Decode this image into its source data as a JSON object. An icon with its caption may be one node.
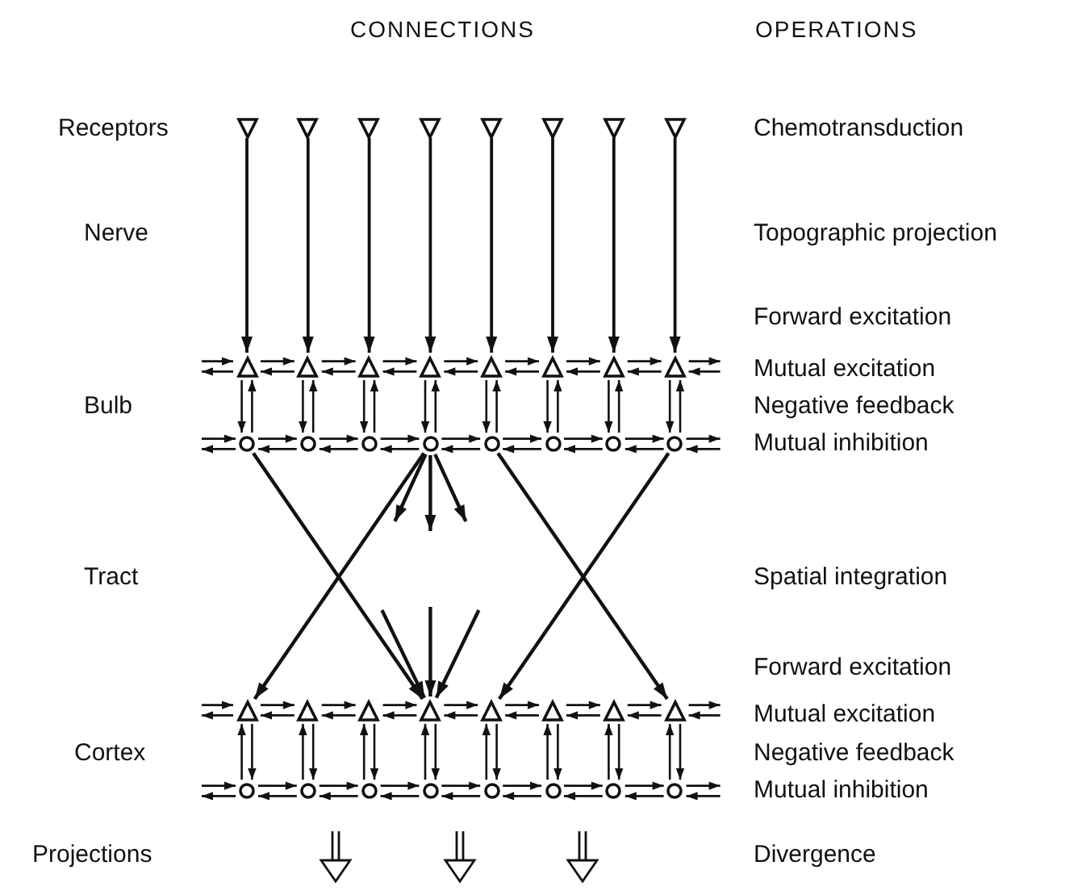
{
  "diagram": {
    "nodes": [
      {
        "text": [],
        "shape": "triangle"
      },
      {
        "text": [],
        "shape": "triangle"
      },
      {
        "text": [],
        "shape": "triangle"
      },
      {
        "text": [],
        "shape": "triangle"
      },
      {
        "text": [],
        "shape": "triangle"
      },
      {
        "text": [],
        "shape": "triangle"
      },
      {
        "text": [],
        "shape": "triangle"
      },
      {
        "text": [],
        "shape": "triangle"
      },
      {
        "text": [],
        "shape": "triangle"
      },
      {
        "text": [],
        "shape": "triangle"
      },
      {
        "text": [],
        "shape": "triangle"
      },
      {
        "text": [],
        "shape": "triangle"
      },
      {
        "text": [],
        "shape": "triangle"
      },
      {
        "text": [],
        "shape": "triangle"
      },
      {
        "text": [],
        "shape": "triangle"
      },
      {
        "text": [],
        "shape": "triangle"
      },
      {
        "text": [],
        "shape": "circle"
      },
      {
        "text": [],
        "shape": "circle"
      },
      {
        "text": [],
        "shape": "circle"
      },
      {
        "text": [],
        "shape": "circle"
      },
      {
        "text": [],
        "shape": "circle"
      },
      {
        "text": [],
        "shape": "circle"
      },
      {
        "text": [],
        "shape": "circle"
      },
      {
        "text": [],
        "shape": "circle"
      },
      {
        "text": [],
        "shape": "triangle"
      },
      {
        "text": [],
        "shape": "triangle"
      },
      {
        "text": [],
        "shape": "triangle"
      },
      {
        "text": [],
        "shape": "triangle"
      },
      {
        "text": [],
        "shape": "triangle"
      },
      {
        "text": [],
        "shape": "triangle"
      },
      {
        "text": [],
        "shape": "triangle"
      },
      {
        "text": [],
        "shape": "triangle"
      },
      {
        "text": [],
        "shape": "circle"
      },
      {
        "text": [],
        "shape": "circle"
      },
      {
        "text": [],
        "shape": "circle"
      },
      {
        "text": [],
        "shape": "circle"
      },
      {
        "text": [],
        "shape": "circle"
      },
      {
        "text": [],
        "shape": "circle"
      },
      {
        "text": [],
        "shape": "circle"
      },
      {
        "text": [],
        "shape": "circle"
      }
    ],
    "edges": [
      {
        "from": 0,
        "to": 8,
        "arrow": "to"
      },
      {
        "from": 1,
        "to": 9,
        "arrow": "to"
      },
      {
        "from": 2,
        "to": 10,
        "arrow": "to"
      },
      {
        "from": 3,
        "to": 11,
        "arrow": "to"
      },
      {
        "from": 4,
        "to": 12,
        "arrow": "to"
      },
      {
        "from": 5,
        "to": 13,
        "arrow": "to"
      },
      {
        "from": 6,
        "to": 14,
        "arrow": "to"
      },
      {
        "from": 7,
        "to": 15,
        "arrow": "to"
      },
      {
        "from": null,
        "to": 8,
        "arrow": "to"
      },
      {
        "from": 8,
        "to": null,
        "arrow": "to"
      },
      {
        "from": 8,
        "to": 9,
        "arrow": "to"
      },
      {
        "from": 9,
        "to": 8,
        "arrow": "to"
      },
      {
        "from": 9,
        "to": 10,
        "arrow": "to"
      },
      {
        "from": 10,
        "to": 9,
        "arrow": "to"
      },
      {
        "from": 10,
        "to": 11,
        "arrow": "to"
      },
      {
        "from": 11,
        "to": 10,
        "arrow": "to"
      },
      {
        "from": 11,
        "to": 12,
        "arrow": "to"
      },
      {
        "from": 12,
        "to": 11,
        "arrow": "to"
      },
      {
        "from": 12,
        "to": 13,
        "arrow": "to"
      },
      {
        "from": 13,
        "to": 12,
        "arrow": "to"
      },
      {
        "from": 13,
        "to": 14,
        "arrow": "to"
      },
      {
        "from": 14,
        "to": 13,
        "arrow": "to"
      },
      {
        "from": 14,
        "to": 15,
        "arrow": "to"
      },
      {
        "from": 15,
        "to": 14,
        "arrow": "to"
      },
      {
        "from": 15,
        "to": null,
        "arrow": "to"
      },
      {
        "from": null,
        "to": 15,
        "arrow": "to"
      },
      {
        "from": null,
        "to": 16,
        "arrow": "to"
      },
      {
        "from": 16,
        "to": null,
        "arrow": "to"
      },
      {
        "from": 16,
        "to": 17,
        "arrow": "to"
      },
      {
        "from": 17,
        "to": 16,
        "arrow": "to"
      },
      {
        "from": 17,
        "to": 18,
        "arrow": "to"
      },
      {
        "from": 18,
        "to": 17,
        "arrow": "to"
      },
      {
        "from": 18,
        "to": 19,
        "arrow": "to"
      },
      {
        "from": 19,
        "to": 18,
        "arrow": "to"
      },
      {
        "from": 19,
        "to": 20,
        "arrow": "to"
      },
      {
        "from": 20,
        "to": 19,
        "arrow": "to"
      },
      {
        "from": 20,
        "to": 21,
        "arrow": "to"
      },
      {
        "from": 21,
        "to": 20,
        "arrow": "to"
      },
      {
        "from": 21,
        "to": 22,
        "arrow": "to"
      },
      {
        "from": 22,
        "to": 21,
        "arrow": "to"
      },
      {
        "from": 22,
        "to": 23,
        "arrow": "to"
      },
      {
        "from": 23,
        "to": 22,
        "arrow": "to"
      },
      {
        "from": 23,
        "to": null,
        "arrow": "to"
      },
      {
        "from": null,
        "to": 23,
        "arrow": "to"
      },
      {
        "from": null,
        "to": 24,
        "arrow": "to"
      },
      {
        "from": 24,
        "to": null,
        "arrow": "to"
      },
      {
        "from": 24,
        "to": 25,
        "arrow": "to"
      },
      {
        "from": 25,
        "to": 24,
        "arrow": "to"
      },
      {
        "from": 25,
        "to": 26,
        "arrow": "to"
      },
      {
        "from": 26,
        "to": 25,
        "arrow": "to"
      },
      {
        "from": 26,
        "to": 27,
        "arrow": "to"
      },
      {
        "from": 27,
        "to": 26,
        "arrow": "to"
      },
      {
        "from": 27,
        "to": 28,
        "arrow": "to"
      },
      {
        "from": 28,
        "to": 27,
        "arrow": "to"
      },
      {
        "from": 28,
        "to": 29,
        "arrow": "to"
      },
      {
        "from": 29,
        "to": 28,
        "arrow": "to"
      },
      {
        "from": 29,
        "to": 30,
        "arrow": "to"
      },
      {
        "from": 30,
        "to": 29,
        "arrow": "to"
      },
      {
        "from": 30,
        "to": 31,
        "arrow": "to"
      },
      {
        "from": 31,
        "to": 30,
        "arrow": "to"
      },
      {
        "from": 31,
        "to": null,
        "arrow": "to"
      },
      {
        "from": null,
        "to": 31,
        "arrow": "to"
      },
      {
        "from": null,
        "to": 32,
        "arrow": "to"
      },
      {
        "from": 32,
        "to": null,
        "arrow": "to"
      },
      {
        "from": 32,
        "to": 33,
        "arrow": "to"
      },
      {
        "from": 33,
        "to": 32,
        "arrow": "to"
      },
      {
        "from": 33,
        "to": 34,
        "arrow": "to"
      },
      {
        "from": 34,
        "to": 33,
        "arrow": "to"
      },
      {
        "from": 34,
        "to": 35,
        "arrow": "to"
      },
      {
        "from": 35,
        "to": 34,
        "arrow": "to"
      },
      {
        "from": 35,
        "to": 36,
        "arrow": "to"
      },
      {
        "from": 36,
        "to": 35,
        "arrow": "to"
      },
      {
        "from": 36,
        "to": 37,
        "arrow": "to"
      },
      {
        "from": 37,
        "to": 36,
        "arrow": "to"
      },
      {
        "from": 37,
        "to": 38,
        "arrow": "to"
      },
      {
        "from": 38,
        "to": 37,
        "arrow": "to"
      },
      {
        "from": 38,
        "to": 39,
        "arrow": "to"
      },
      {
        "from": 39,
        "to": 38,
        "arrow": "to"
      },
      {
        "from": 39,
        "to": null,
        "arrow": "to"
      },
      {
        "from": null,
        "to": 39,
        "arrow": "to"
      },
      {
        "from": 8,
        "to": 16,
        "arrow": "to"
      },
      {
        "from": 16,
        "to": 8,
        "arrow": "to"
      },
      {
        "from": 9,
        "to": 17,
        "arrow": "to"
      },
      {
        "from": 17,
        "to": 9,
        "arrow": "to"
      },
      {
        "from": 10,
        "to": 18,
        "arrow": "to"
      },
      {
        "from": 18,
        "to": 10,
        "arrow": "to"
      },
      {
        "from": 11,
        "to": 19,
        "arrow": "to"
      },
      {
        "from": 19,
        "to": 11,
        "arrow": "to"
      },
      {
        "from": 12,
        "to": 20,
        "arrow": "to"
      },
      {
        "from": 20,
        "to": 12,
        "arrow": "to"
      },
      {
        "from": 13,
        "to": 21,
        "arrow": "to"
      },
      {
        "from": 21,
        "to": 13,
        "arrow": "to"
      },
      {
        "from": 14,
        "to": 22,
        "arrow": "to"
      },
      {
        "from": 22,
        "to": 14,
        "arrow": "to"
      },
      {
        "from": 15,
        "to": 23,
        "arrow": "to"
      },
      {
        "from": 23,
        "to": 15,
        "arrow": "to"
      },
      {
        "from": 32,
        "to": 24,
        "arrow": "to"
      },
      {
        "from": 24,
        "to": 32,
        "arrow": "to"
      },
      {
        "from": 33,
        "to": 25,
        "arrow": "to"
      },
      {
        "from": 25,
        "to": 33,
        "arrow": "to"
      },
      {
        "from": 34,
        "to": 26,
        "arrow": "to"
      },
      {
        "from": 26,
        "to": 34,
        "arrow": "to"
      },
      {
        "from": 35,
        "to": 27,
        "arrow": "to"
      },
      {
        "from": 27,
        "to": 35,
        "arrow": "to"
      },
      {
        "from": 36,
        "to": 28,
        "arrow": "to"
      },
      {
        "from": 28,
        "to": 36,
        "arrow": "to"
      },
      {
        "from": 37,
        "to": 29,
        "arrow": "to"
      },
      {
        "from": 29,
        "to": 37,
        "arrow": "to"
      },
      {
        "from": 38,
        "to": 30,
        "arrow": "to"
      },
      {
        "from": 30,
        "to": 38,
        "arrow": "to"
      },
      {
        "from": 39,
        "to": 31,
        "arrow": "to"
      },
      {
        "from": 31,
        "to": 39,
        "arrow": "to"
      },
      {
        "from": 16,
        "to": 27,
        "arrow": "to"
      },
      {
        "from": 23,
        "to": 28,
        "arrow": "to"
      },
      {
        "from": 19,
        "to": 24,
        "arrow": "to"
      },
      {
        "from": 20,
        "to": 31,
        "arrow": "to"
      },
      {
        "from": 19,
        "to": null,
        "arrow": "to"
      },
      {
        "from": 19,
        "to": null,
        "arrow": "to"
      },
      {
        "from": 19,
        "to": null,
        "arrow": "to"
      },
      {
        "from": null,
        "to": 27,
        "arrow": "to"
      },
      {
        "from": null,
        "to": 27,
        "arrow": "to"
      },
      {
        "from": null,
        "to": 27,
        "arrow": "to"
      }
    ],
    "labels": [
      "CONNECTIONS",
      "OPERATIONS",
      "Receptors",
      "Chemotransduction",
      "Nerve",
      "Topographic projection",
      "Forward excitation",
      "Mutual excitation",
      "Bulb",
      "Negative feedback",
      "Mutual inhibition",
      "Tract",
      "Spatial integration",
      "Forward excitation",
      "Mutual excitation",
      "Cortex",
      "Negative feedback",
      "Mutual inhibition",
      "Projections",
      "Divergence"
    ]
  }
}
